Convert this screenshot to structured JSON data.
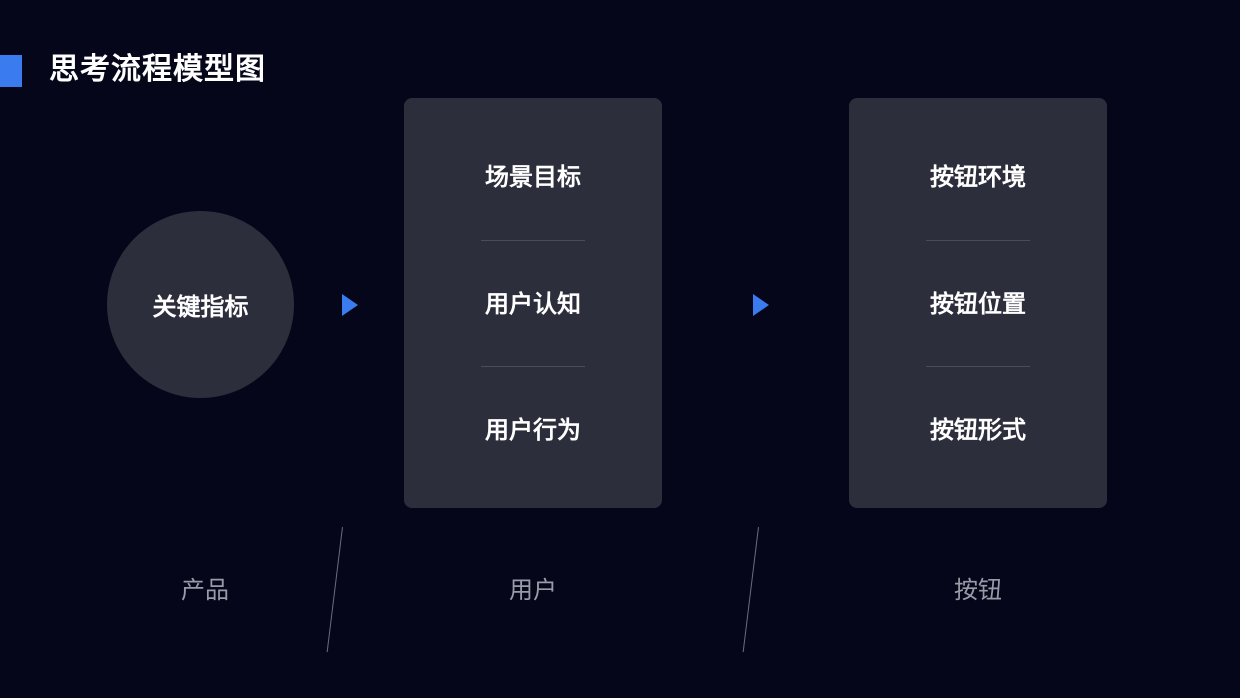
{
  "title": "思考流程模型图",
  "colors": {
    "background": "#05061a",
    "card": "#2c2e3b",
    "accent": "#3a7bf0",
    "muted_text": "#9a9ba6"
  },
  "circle": {
    "label": "关键指标"
  },
  "cards": [
    {
      "items": [
        "场景目标",
        "用户认知",
        "用户行为"
      ]
    },
    {
      "items": [
        "按钮环境",
        "按钮位置",
        "按钮形式"
      ]
    }
  ],
  "bottom_labels": [
    "产品",
    "用户",
    "按钮"
  ],
  "icons": {
    "arrow": "triangle-right-icon"
  }
}
